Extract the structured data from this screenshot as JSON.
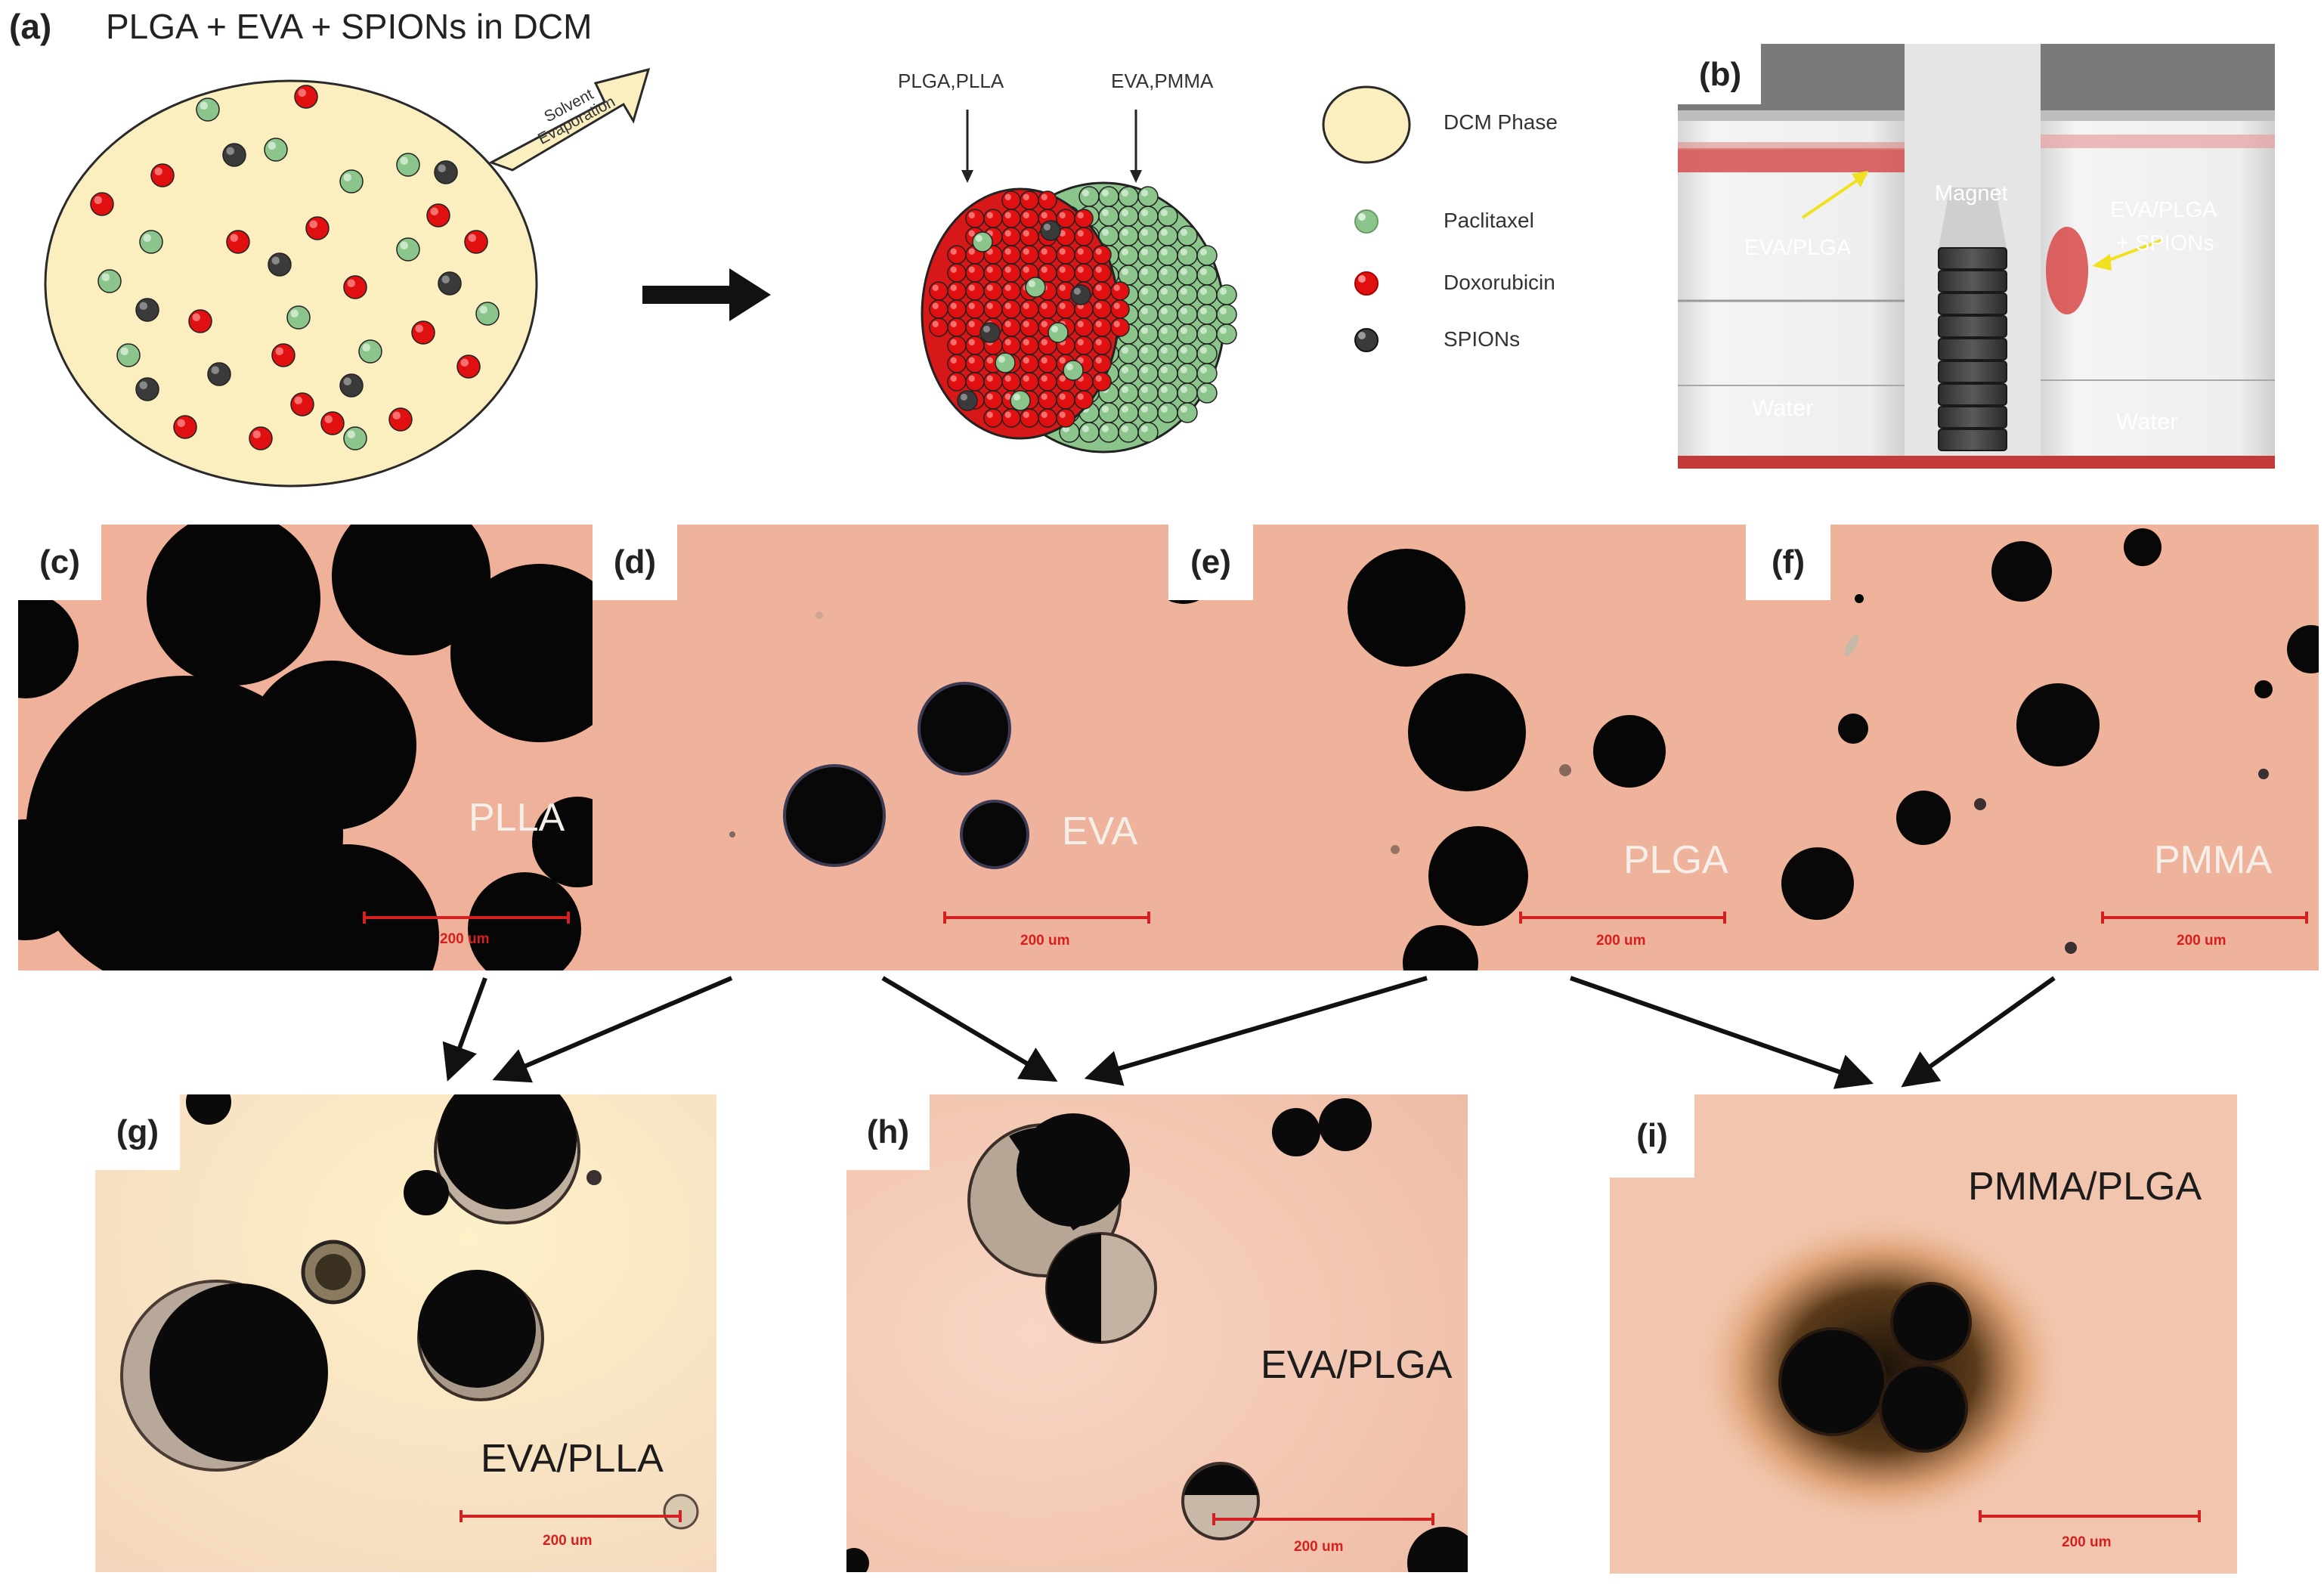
{
  "panel_a": {
    "label": "(a)",
    "title": "PLGA + EVA + SPIONs in DCM",
    "evap_label": "Solvent Evaporation",
    "particle_left_label": "PLGA,PLLA",
    "particle_right_label": "EVA,PMMA",
    "legend": [
      {
        "label": "DCM Phase",
        "color": "#fbeebf"
      },
      {
        "label": "Paclitaxel",
        "color": "#8cc58c"
      },
      {
        "label": "Doxorubicin",
        "color": "#e01010"
      },
      {
        "label": "SPIONs",
        "color": "#3a3a3a"
      }
    ]
  },
  "panel_b": {
    "label": "(b)",
    "left_vial": "EVA/PLGA",
    "right_vial_line1": "EVA/PLGA",
    "right_vial_line2": "+ SPIONs",
    "magnet": "Magnet",
    "water_left": "Water",
    "water_right": "Water"
  },
  "micrographs_top": [
    {
      "label": "(c)",
      "name": "PLLA",
      "scale": "200 um"
    },
    {
      "label": "(d)",
      "name": "EVA",
      "scale": "200 um"
    },
    {
      "label": "(e)",
      "name": "PLGA",
      "scale": "200 um"
    },
    {
      "label": "(f)",
      "name": "PMMA",
      "scale": "200 um"
    }
  ],
  "micrographs_bottom": [
    {
      "label": "(g)",
      "name": "EVA/PLLA",
      "scale": "200 um"
    },
    {
      "label": "(h)",
      "name": "EVA/PLGA",
      "scale": "200 um"
    },
    {
      "label": "(i)",
      "name": "PMMA/PLGA",
      "scale": "200 um"
    }
  ]
}
